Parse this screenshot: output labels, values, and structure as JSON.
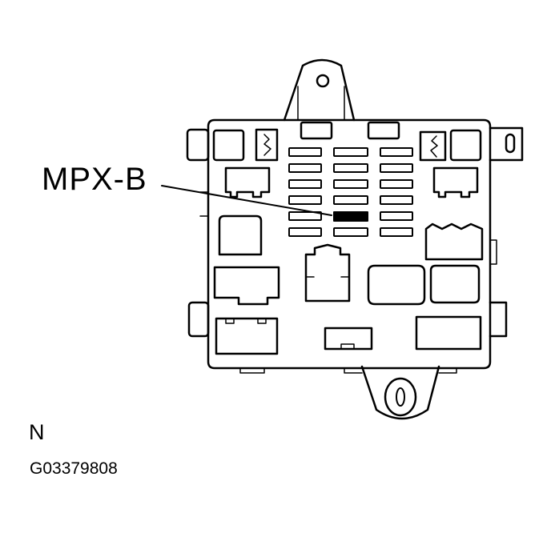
{
  "diagram": {
    "callout_label": "MPX-B",
    "view_letter": "N",
    "figure_id": "G03379808",
    "highlighted_fuse": "MPX-B"
  },
  "colors": {
    "line": "#000000",
    "background": "#ffffff",
    "highlight": "#000000"
  }
}
